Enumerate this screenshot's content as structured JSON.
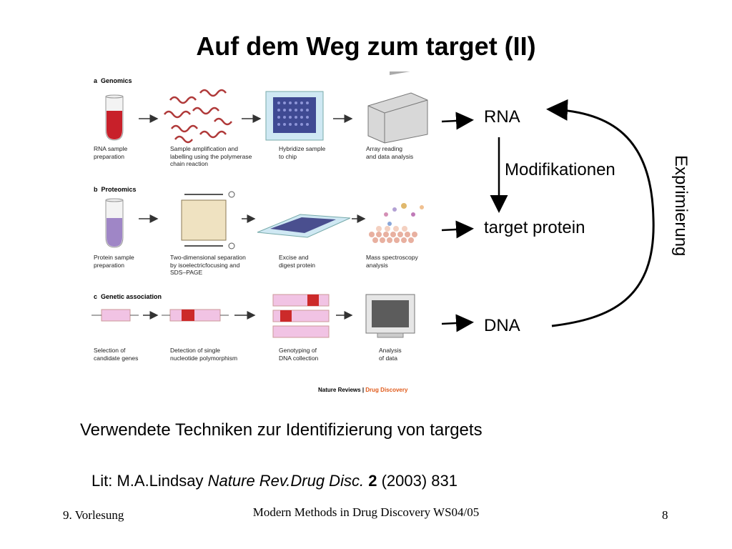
{
  "title": "Auf dem Weg zum target (II)",
  "figure": {
    "sections": [
      {
        "letter": "a",
        "name": "Genomics",
        "captions": [
          "RNA sample\npreparation",
          "Sample amplification and\nlabelling using the polymerase\nchain reaction",
          "Hybridize sample\nto chip",
          "Array reading\nand data analysis"
        ]
      },
      {
        "letter": "b",
        "name": "Proteomics",
        "captions": [
          "Protein sample\npreparation",
          "Two-dimensional separation\nby isoelectricfocusing and\nSDS–PAGE",
          "Excise and\ndigest protein",
          "Mass spectroscopy\nanalysis"
        ]
      },
      {
        "letter": "c",
        "name": "Genetic association",
        "captions": [
          "Selection of\ncandidate genes",
          "Detection of single\nnucleotide polymorphism",
          "Genotyping of\nDNA collection",
          "Analysis\nof data"
        ]
      }
    ],
    "credit_journal": "Nature Reviews",
    "credit_sep": " | ",
    "credit_section": "Drug Discovery"
  },
  "diagram": {
    "rna": "RNA",
    "modifikationen": "Modifikationen",
    "target_protein": "target protein",
    "dna": "DNA",
    "exprimierung": "Exprimierung"
  },
  "subtitle": "Verwendete Techniken zur Identifizierung von targets",
  "literature": {
    "prefix": "Lit: M.A.Lindsay ",
    "journal": "Nature Rev.Drug Disc.",
    "volume": "2",
    "rest": " (2003) 831"
  },
  "footer": {
    "left": "9. Vorlesung",
    "center": "Modern Methods in Drug Discovery WS04/05",
    "page": "8"
  },
  "colors": {
    "dd_accent": "#e05a1a",
    "rna_red": "#c8202a",
    "protein_purple": "#9f86c6",
    "gene_pink": "#f1c3e4",
    "snp_red": "#cc2a2a"
  }
}
